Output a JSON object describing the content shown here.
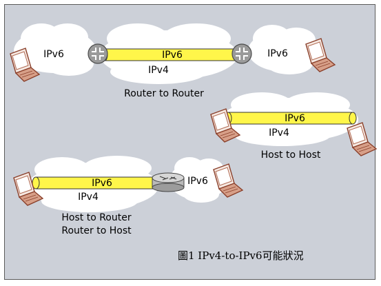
{
  "colors": {
    "background": "#ccd0d8",
    "cloud": "#ffffff",
    "tunnel": "#fff64a",
    "laptop": "#b06a52",
    "router": "#9a9a9a"
  },
  "scenarios": {
    "router_to_router": {
      "left_cloud_label": "IPv6",
      "tunnel_label": "IPv6",
      "core_label": "IPv4",
      "right_cloud_label": "IPv6",
      "caption": "Router to Router"
    },
    "host_to_host": {
      "tunnel_label": "IPv6",
      "core_label": "IPv4",
      "caption": "Host to Host"
    },
    "host_router": {
      "tunnel_label": "IPv6",
      "core_label": "IPv4",
      "right_cloud_label": "IPv6",
      "caption_line1": "Host to Router",
      "caption_line2": "Router to Host"
    }
  },
  "figure_caption": "圖1 IPv4-to-IPv6可能狀況",
  "icons": [
    "laptop-icon",
    "router-icon",
    "cloud-icon"
  ]
}
